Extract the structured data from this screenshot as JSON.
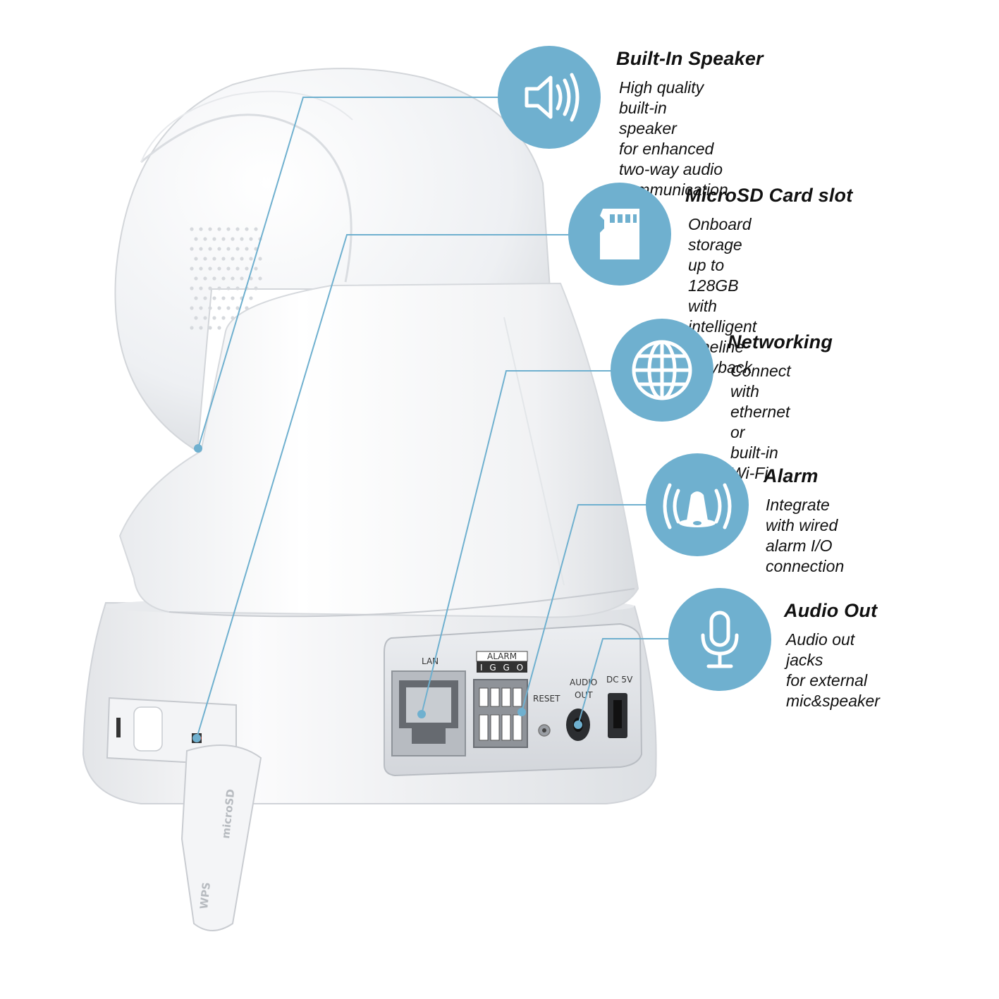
{
  "features": [
    {
      "id": "speaker",
      "title": "Built-In Speaker",
      "desc": "High quality built-in speaker\nfor enhanced two-way audio\ncommunication",
      "icon": "speaker-icon"
    },
    {
      "id": "microsd",
      "title": "MicroSD Card slot",
      "desc": "Onboard storage up to 128GB\nwith intelligent timeline\nplayback",
      "icon": "sd-card-icon"
    },
    {
      "id": "networking",
      "title": "Networking",
      "desc": "Connect with ethernet or\nbuilt-in Wi-Fi",
      "icon": "globe-icon"
    },
    {
      "id": "alarm",
      "title": "Alarm",
      "desc": "Integrate with wired\nalarm I/O connection",
      "icon": "alarm-bell-icon"
    },
    {
      "id": "audio_out",
      "title": "Audio Out",
      "desc": "Audio out jacks\nfor external mic&speaker",
      "icon": "microphone-icon"
    }
  ],
  "ports": {
    "lan": "LAN",
    "alarm": "ALARM",
    "alarm_pins": "I G G O",
    "reset": "RESET",
    "audio_out_line1": "AUDIO",
    "audio_out_line2": "OUT",
    "dc": "DC 5V"
  },
  "card_cover": {
    "wps": "WPS",
    "microsd": "microSD"
  },
  "colors": {
    "accent": "#6fb0cf",
    "leader_line": "#6fb0cf",
    "body": "#ffffff",
    "panel": "#e3e5e8"
  }
}
